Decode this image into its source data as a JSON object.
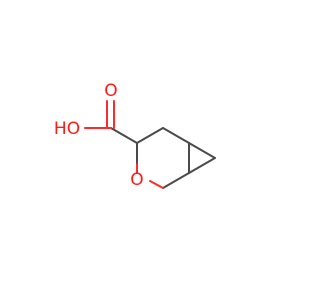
{
  "molecule": {
    "atoms": {
      "carbonyl_oxygen": "O",
      "hydroxyl": "HO",
      "ring_oxygen": "O"
    },
    "colors": {
      "bond": "#4a4a4a",
      "heteroatom": "#ff1a1a"
    }
  }
}
